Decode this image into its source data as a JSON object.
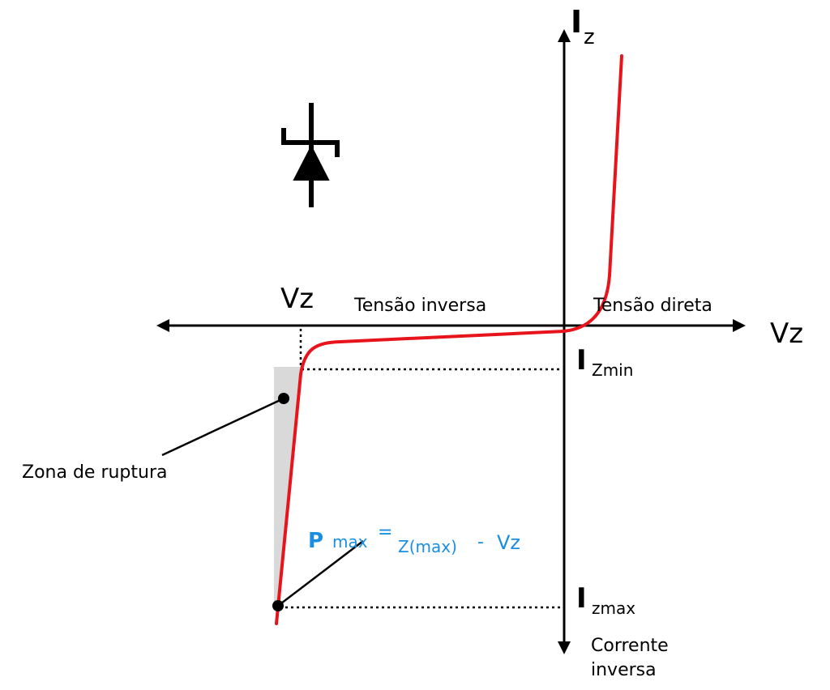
{
  "labels": {
    "iz_axis_letter": "I",
    "iz_axis_sub": "z",
    "vz_left": "Vz",
    "vz_right": "Vz",
    "tensao_inversa": "Tensão inversa",
    "tensao_direta": "Tensão direta",
    "izmin_letter": "I",
    "izmin_sub": "Zmin",
    "izmax_letter": "I",
    "izmax_sub": "zmax",
    "corrente_line1": "Corrente",
    "corrente_line2": "inversa",
    "zona_de_ruptura": "Zona de ruptura"
  },
  "formula": {
    "p": "P",
    "max": "max",
    "equals": "=",
    "z_max": "Z(max)",
    "minus": "-",
    "vz": "Vz"
  },
  "colors": {
    "curve": "#e8141b",
    "axis": "#000000",
    "formula": "#1a8fe0",
    "shaded_zone": "#d9d9d9"
  },
  "icons": {
    "zener_symbol": "zener-diode-icon"
  }
}
